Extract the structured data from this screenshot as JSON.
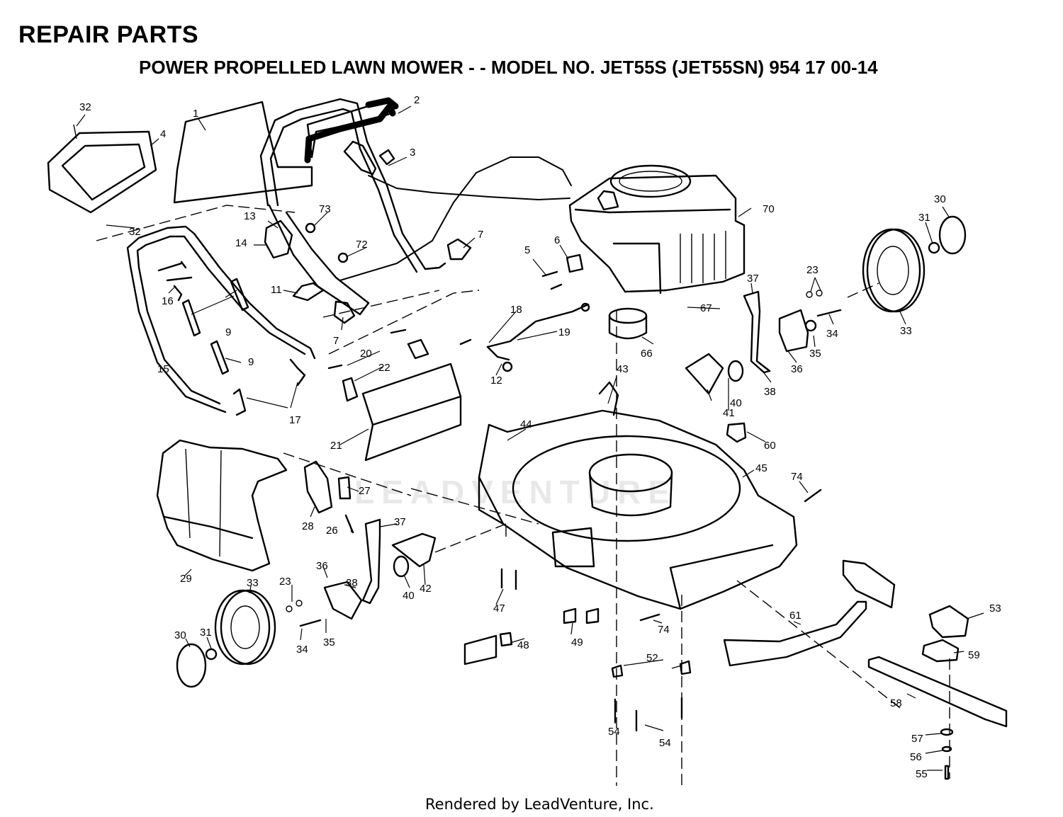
{
  "header": {
    "title": "REPAIR PARTS",
    "subtitle": "POWER PROPELLED LAWN MOWER - - MODEL NO. JET55S (JET55SN) 954 17 00-14"
  },
  "watermark": "LEADVENTURE",
  "footer": "Rendered by LeadVenture, Inc.",
  "callouts": [
    "1",
    "2",
    "3",
    "4",
    "5",
    "6",
    "7",
    "7",
    "9",
    "9",
    "11",
    "12",
    "13",
    "14",
    "15",
    "16",
    "17",
    "18",
    "19",
    "20",
    "21",
    "22",
    "23",
    "23",
    "26",
    "27",
    "28",
    "29",
    "30",
    "30",
    "31",
    "31",
    "32",
    "32",
    "33",
    "33",
    "34",
    "34",
    "35",
    "35",
    "36",
    "36",
    "37",
    "37",
    "38",
    "38",
    "40",
    "40",
    "41",
    "42",
    "43",
    "44",
    "45",
    "47",
    "48",
    "49",
    "52",
    "53",
    "54",
    "54",
    "55",
    "56",
    "57",
    "58",
    "59",
    "60",
    "61",
    "66",
    "67",
    "70",
    "72",
    "73",
    "74",
    "74"
  ]
}
